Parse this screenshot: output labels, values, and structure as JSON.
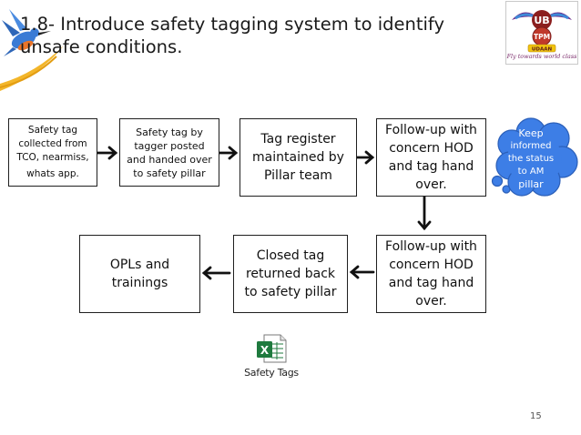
{
  "slide": {
    "title": "1.8- Introduce safety tagging system to identify unsafe conditions.",
    "page_number": "15"
  },
  "logo": {
    "main": "TPM",
    "top": "UB",
    "banner": "UDAAN",
    "tagline": "Fly towards world class"
  },
  "flow": {
    "box1_line1": "Safety tag",
    "box1_line2": "collected from",
    "box1_line3": "TCO, nearmiss,",
    "box1_line4": "whats app.",
    "box2": "Safety tag by tagger posted and handed over to safety pillar",
    "box3": "Tag register maintained by Pillar team",
    "box4": "Follow-up with concern HOD and tag hand over.",
    "box5": "Follow-up with concern HOD and tag hand over.",
    "box6": "Closed tag returned back to safety pillar",
    "box7": "OPLs and trainings"
  },
  "callout": {
    "line1": "Keep",
    "line2": "informed",
    "line3": "the status",
    "line4": "to AM",
    "line5": "pillar"
  },
  "attachment": {
    "label": "Safety Tags",
    "icon": "excel-file-icon"
  },
  "colors": {
    "cloud_fill": "#3d7ee6",
    "cloud_border": "#2b5fb8",
    "swoosh": "#f3b62a",
    "excel_green": "#1f7a3e"
  }
}
